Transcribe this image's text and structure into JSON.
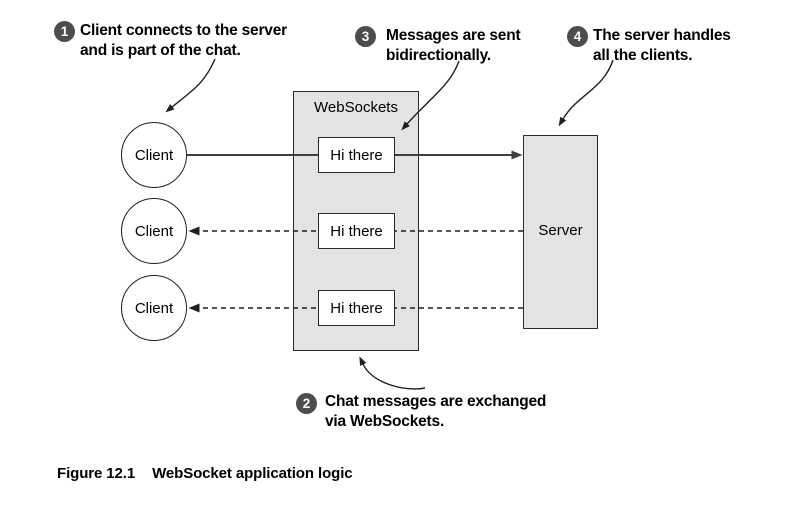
{
  "colors": {
    "box_fill": "#e3e3e3",
    "box_border": "#2a2a2a",
    "badge_fill": "#4d4d4d",
    "badge_text": "#ffffff",
    "line_gray": "#3f3f3f",
    "line_dark": "#1f1f1f",
    "text": "#000000"
  },
  "diagram": {
    "websockets_label": "WebSockets",
    "server_label": "Server",
    "clients": [
      "Client",
      "Client",
      "Client"
    ],
    "messages": [
      "Hi there",
      "Hi there",
      "Hi there"
    ]
  },
  "annotations": [
    {
      "badge": "1",
      "line1": "Client connects to the server",
      "line2": "and is part of the chat."
    },
    {
      "badge": "2",
      "line1": "Chat messages are exchanged",
      "line2": "via WebSockets."
    },
    {
      "badge": "3",
      "line1": "Messages are sent",
      "line2": "bidirectionally."
    },
    {
      "badge": "4",
      "line1": "The server handles",
      "line2": "all the clients."
    }
  ],
  "caption": {
    "label": "Figure 12.1",
    "title": "WebSocket application logic"
  }
}
